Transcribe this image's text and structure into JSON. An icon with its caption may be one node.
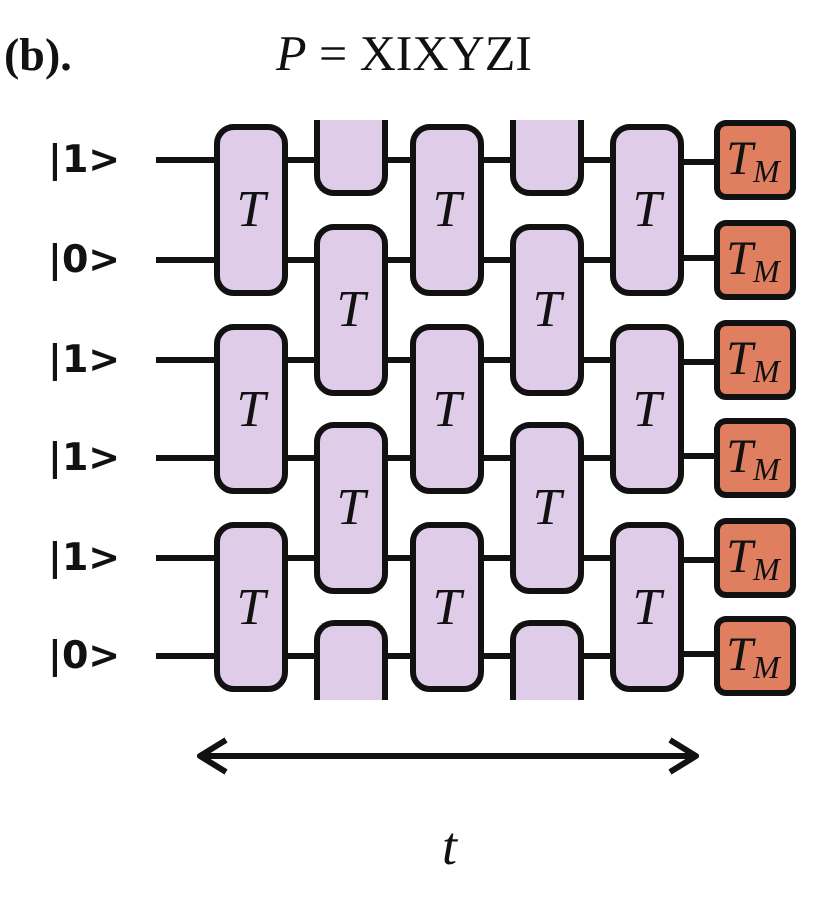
{
  "diagram": {
    "title": "*P* = XIXYZI",
    "nodes": [
      {
        "text": [
          "|1>"
        ]
      },
      {
        "text": [
          "|0>"
        ]
      },
      {
        "text": [
          "|1>"
        ]
      },
      {
        "text": [
          "|1>"
        ]
      },
      {
        "text": [
          "|1>"
        ]
      },
      {
        "text": [
          "|0>"
        ]
      },
      {
        "text": [
          "T"
        ]
      },
      {
        "text": [
          "T"
        ]
      },
      {
        "text": [
          "T"
        ]
      },
      {
        "text": [],
        "shape": "box"
      },
      {
        "text": [
          "T"
        ]
      },
      {
        "text": [
          "T"
        ]
      },
      {
        "text": [],
        "shape": "box"
      },
      {
        "text": [
          "T"
        ]
      },
      {
        "text": [
          "T"
        ]
      },
      {
        "text": [
          "T"
        ]
      },
      {
        "text": [],
        "shape": "box"
      },
      {
        "text": [
          "T"
        ]
      },
      {
        "text": [
          "T"
        ]
      },
      {
        "text": [],
        "shape": "box"
      },
      {
        "text": [
          "T"
        ]
      },
      {
        "text": [
          "T"
        ]
      },
      {
        "text": [
          "T"
        ]
      },
      {
        "text": [
          "T$_{M}$"
        ]
      },
      {
        "text": [
          "T$_{M}$"
        ]
      },
      {
        "text": [
          "T$_{M}$"
        ]
      },
      {
        "text": [
          "T$_{M}$"
        ]
      },
      {
        "text": [
          "T$_{M}$"
        ]
      },
      {
        "text": [
          "T$_{M}$"
        ]
      }
    ],
    "edges": [
      {
        "from": 0,
        "to": 6,
        "arrow": "none"
      },
      {
        "from": 6,
        "to": 9,
        "arrow": "none"
      },
      {
        "from": 9,
        "to": 13,
        "arrow": "none"
      },
      {
        "from": 13,
        "to": 16,
        "arrow": "none"
      },
      {
        "from": 16,
        "to": 20,
        "arrow": "none"
      },
      {
        "from": 20,
        "to": 23,
        "arrow": "none"
      },
      {
        "from": 1,
        "to": 6,
        "arrow": "none"
      },
      {
        "from": 6,
        "to": 10,
        "arrow": "none"
      },
      {
        "from": 10,
        "to": 13,
        "arrow": "none"
      },
      {
        "from": 13,
        "to": 17,
        "arrow": "none"
      },
      {
        "from": 17,
        "to": 20,
        "arrow": "none"
      },
      {
        "from": 20,
        "to": 24,
        "arrow": "none"
      },
      {
        "from": 2,
        "to": 7,
        "arrow": "none"
      },
      {
        "from": 7,
        "to": 10,
        "arrow": "none"
      },
      {
        "from": 10,
        "to": 14,
        "arrow": "none"
      },
      {
        "from": 14,
        "to": 17,
        "arrow": "none"
      },
      {
        "from": 17,
        "to": 21,
        "arrow": "none"
      },
      {
        "from": 21,
        "to": 25,
        "arrow": "none"
      },
      {
        "from": 3,
        "to": 7,
        "arrow": "none"
      },
      {
        "from": 7,
        "to": 11,
        "arrow": "none"
      },
      {
        "from": 11,
        "to": 14,
        "arrow": "none"
      },
      {
        "from": 14,
        "to": 18,
        "arrow": "none"
      },
      {
        "from": 18,
        "to": 21,
        "arrow": "none"
      },
      {
        "from": 21,
        "to": 26,
        "arrow": "none"
      },
      {
        "from": 4,
        "to": 8,
        "arrow": "none"
      },
      {
        "from": 8,
        "to": 11,
        "arrow": "none"
      },
      {
        "from": 11,
        "to": 15,
        "arrow": "none"
      },
      {
        "from": 15,
        "to": 18,
        "arrow": "none"
      },
      {
        "from": 18,
        "to": 22,
        "arrow": "none"
      },
      {
        "from": 22,
        "to": 27,
        "arrow": "none"
      },
      {
        "from": 5,
        "to": 8,
        "arrow": "none"
      },
      {
        "from": 8,
        "to": 12,
        "arrow": "none"
      },
      {
        "from": 12,
        "to": 15,
        "arrow": "none"
      },
      {
        "from": 15,
        "to": 19,
        "arrow": "none"
      },
      {
        "from": 19,
        "to": 22,
        "arrow": "none"
      },
      {
        "from": 22,
        "to": 28,
        "arrow": "none"
      }
    ],
    "labels": [
      "(b).",
      "t"
    ]
  }
}
